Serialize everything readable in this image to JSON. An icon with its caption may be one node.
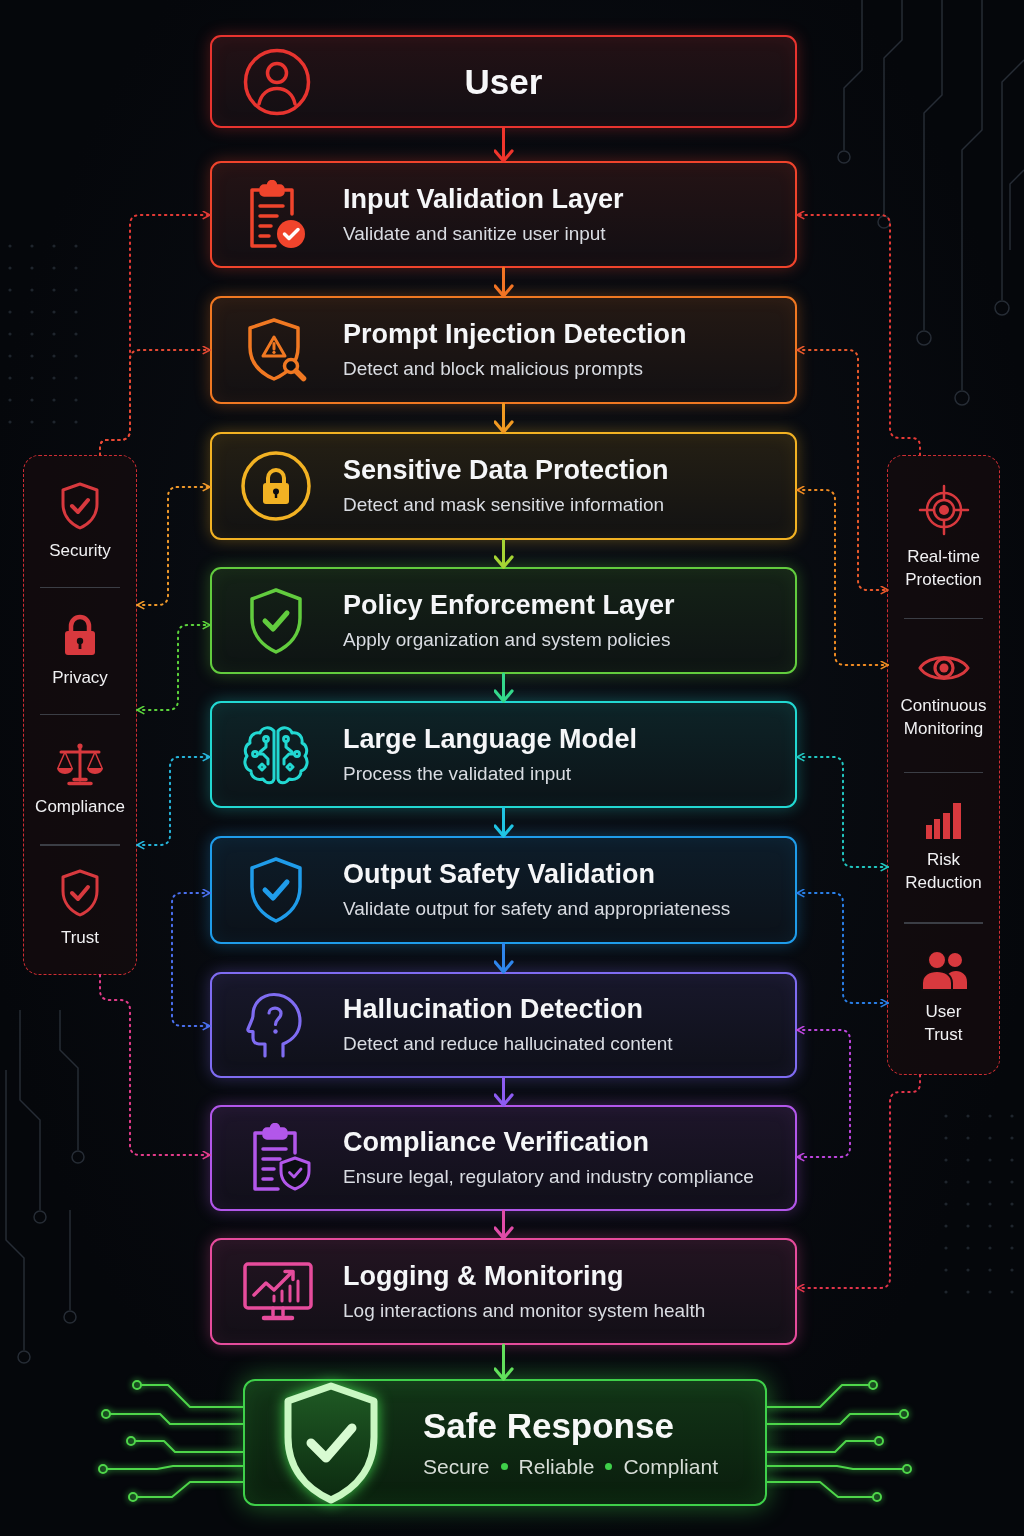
{
  "diagram": {
    "nodes": [
      {
        "text": [
          "User"
        ]
      },
      {
        "text": [
          "Input Validation Layer",
          "Validate and sanitize user input"
        ]
      },
      {
        "text": [
          "Prompt Injection Detection",
          "Detect and block malicious prompts"
        ]
      },
      {
        "text": [
          "Sensitive Data Protection",
          "Detect and mask sensitive information"
        ]
      },
      {
        "text": [
          "Policy Enforcement Layer",
          "Apply organization and system policies"
        ]
      },
      {
        "text": [
          "Large Language Model",
          "Process the validated input"
        ]
      },
      {
        "text": [
          "Output Safety Validation",
          "Validate output for safety and appropriateness"
        ]
      },
      {
        "text": [
          "Hallucination Detection",
          "Detect and reduce hallucinated content"
        ]
      },
      {
        "text": [
          "Compliance Verification",
          "Ensure legal, regulatory and industry compliance"
        ]
      },
      {
        "text": [
          "Logging & Monitoring",
          "Log interactions and monitor system health"
        ]
      },
      {
        "text": [
          "Safe Response",
          "Secure",
          "Reliable",
          "Compliant"
        ]
      },
      {
        "text": [],
        "shape": "box"
      },
      {
        "text": [
          "Security"
        ],
        "in": 11
      },
      {
        "text": [
          "Privacy"
        ],
        "in": 11
      },
      {
        "text": [
          "Compliance"
        ],
        "in": 11
      },
      {
        "text": [
          "Trust"
        ],
        "in": 11
      },
      {
        "text": [],
        "shape": "box"
      },
      {
        "text": [
          "Real-time Protection"
        ],
        "in": 16
      },
      {
        "text": [
          "Continuous Monitoring"
        ],
        "in": 16
      },
      {
        "text": [
          "Risk Reduction"
        ],
        "in": 16
      },
      {
        "text": [
          "User Trust"
        ],
        "in": 16
      }
    ],
    "edges": [
      {
        "from": 0,
        "to": 1,
        "arrow": "to",
        "color": "#f0352c"
      },
      {
        "from": 1,
        "to": 2,
        "arrow": "to",
        "color": "#f27424"
      },
      {
        "from": 2,
        "to": 3,
        "arrow": "to",
        "color": "#f29a22"
      },
      {
        "from": 3,
        "to": 4,
        "arrow": "to",
        "color": "#a6d434"
      },
      {
        "from": 4,
        "to": 5,
        "arrow": "to",
        "color": "#34d88c"
      },
      {
        "from": 5,
        "to": 6,
        "arrow": "to",
        "color": "#20c4e4"
      },
      {
        "from": 6,
        "to": 7,
        "arrow": "to",
        "color": "#2f86ec"
      },
      {
        "from": 7,
        "to": 8,
        "arrow": "to",
        "color": "#8d5cf2"
      },
      {
        "from": 8,
        "to": 9,
        "arrow": "to",
        "color": "#e04ca8"
      },
      {
        "from": 9,
        "to": 10,
        "arrow": "to",
        "color": "#62e05c"
      },
      {
        "from": 11,
        "to": 1,
        "arrow": "to",
        "style": "dashed",
        "color": "#e53a36"
      },
      {
        "from": 11,
        "to": 2,
        "arrow": "to",
        "style": "dashed",
        "color": "#e84a34"
      },
      {
        "from": 11,
        "to": 3,
        "arrow": "both",
        "style": "dashed",
        "color": "#f29a2a"
      },
      {
        "from": 11,
        "to": 4,
        "arrow": "both",
        "style": "dashed",
        "color": "#5cd43c"
      },
      {
        "from": 11,
        "to": 5,
        "arrow": "both",
        "style": "dashed",
        "color": "#26b6dc"
      },
      {
        "from": 6,
        "to": 7,
        "arrow": "both",
        "style": "dashed",
        "color": "#4a70f0"
      },
      {
        "from": 11,
        "to": 8,
        "arrow": "to",
        "style": "dashed",
        "color": "#e63c8c"
      },
      {
        "from": 16,
        "to": 1,
        "arrow": "to",
        "style": "dashed",
        "color": "#e53a36"
      },
      {
        "from": 2,
        "to": 17,
        "arrow": "both",
        "style": "dashed",
        "color": "#ec5a2c"
      },
      {
        "from": 3,
        "to": 18,
        "arrow": "both",
        "style": "dashed",
        "color": "#f28c22"
      },
      {
        "from": 5,
        "to": 19,
        "arrow": "both",
        "style": "dashed",
        "color": "#22c8c2"
      },
      {
        "from": 6,
        "to": 20,
        "arrow": "both",
        "style": "dashed",
        "color": "#2a80ea"
      },
      {
        "from": 7,
        "to": 8,
        "arrow": "both",
        "style": "dashed",
        "color": "#c046e0"
      },
      {
        "from": 16,
        "to": 9,
        "arrow": "to",
        "style": "dashed",
        "color": "#e2344a"
      }
    ]
  }
}
